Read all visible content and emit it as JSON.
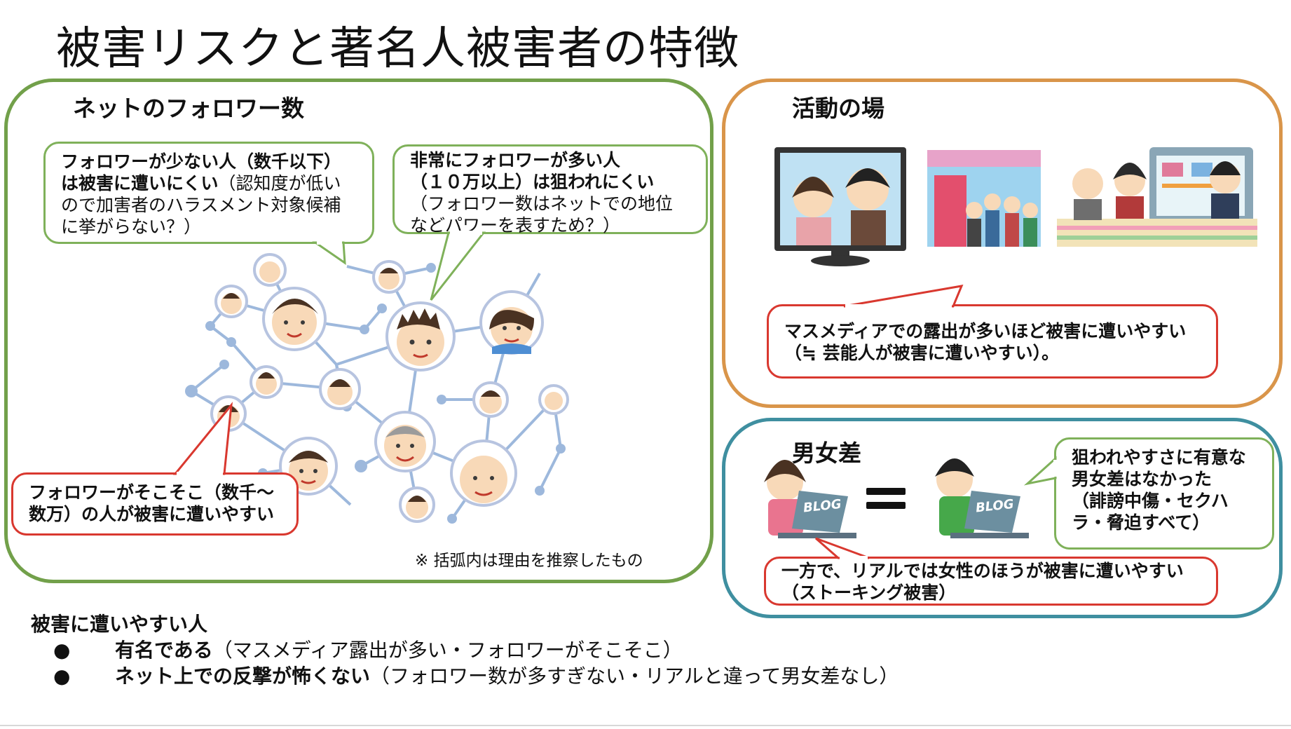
{
  "title": "被害リスクと著名人被害者の特徴",
  "followers": {
    "heading": "ネットのフォロワー数",
    "bubble_few": {
      "bold1": "フォロワーが少ない人（数千以下）",
      "bold2": "は被害に遭いにくい",
      "rest2": "（認知度が低い",
      "line3": "ので加害者のハラスメント対象候補",
      "line4": "に挙がらない？）"
    },
    "bubble_many": {
      "bold1": "非常にフォロワーが多い人",
      "bold2": "（１０万以上）は狙われにくい",
      "line3": "（フォロワー数はネットでの地位",
      "line4": "などパワーを表すため？）"
    },
    "bubble_mid": {
      "line1": "フォロワーがそこそこ（数千〜",
      "line2": "数万）の人が被害に遭いやすい"
    },
    "note": "※ 括弧内は理由を推察したもの"
  },
  "venue": {
    "heading": "活動の場",
    "bubble": {
      "line1": "マスメディアでの露出が多いほど被害に遭いやすい",
      "line2": "（≒ 芸能人が被害に遭いやすい）。"
    }
  },
  "gender": {
    "heading": "男女差",
    "blog_label": "BLOG",
    "bubble_green": {
      "line1": "狙われやすさに有意な",
      "line2": "男女差はなかった",
      "line3": "（誹謗中傷・セクハ",
      "line4": "ラ・脅迫すべて）"
    },
    "bubble_red": {
      "line1": "一方で、リアルでは女性のほうが被害に遭いやすい",
      "line2": "（ストーキング被害）"
    }
  },
  "summary": {
    "heading": "被害に遭いやすい人",
    "items": [
      {
        "bold": "有名である",
        "rest": "（マスメディア露出が多い・フォロワーがそこそこ）"
      },
      {
        "bold": "ネット上での反撃が怖くない",
        "rest": "（フォロワー数が多すぎない・リアルと違って男女差なし）"
      }
    ]
  },
  "colors": {
    "green": "#72a04a",
    "orange": "#d9954a",
    "teal": "#3f8fa0",
    "red": "#d9382f"
  }
}
